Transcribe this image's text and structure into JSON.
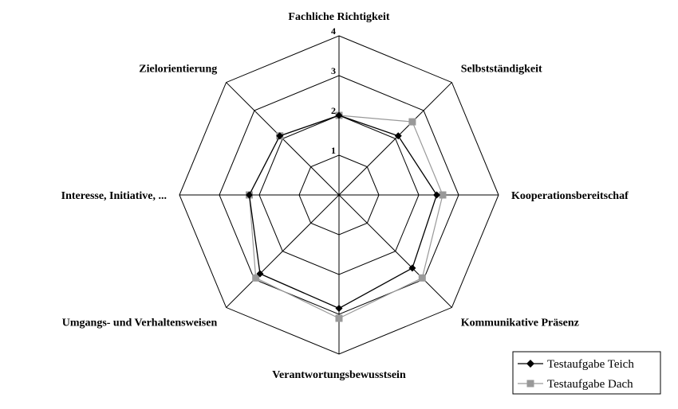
{
  "chart_data": {
    "type": "radar",
    "axes": [
      "Fachliche Richtigkeit",
      "Selbstständigkeit",
      "Kooperationsbereitschaf",
      "Kommunikative Präsenz",
      "Verantwortungsbewusstsein",
      "Umgangs- und Verhaltensweisen",
      "Interesse, Initiative, ...",
      "Zielorientierung"
    ],
    "rlim": [
      0,
      4
    ],
    "ticks": [
      1,
      2,
      3,
      4
    ],
    "tick_labels": [
      "1",
      "2",
      "3",
      "4"
    ],
    "grid": true,
    "legend_position": "bottom-right",
    "series": [
      {
        "name": "Testaufgabe Teich",
        "values": [
          2.0,
          2.1,
          2.45,
          2.6,
          2.85,
          2.8,
          2.25,
          2.1
        ],
        "color": "#000000",
        "marker": "diamond"
      },
      {
        "name": "Testaufgabe Dach",
        "values": [
          2.0,
          2.6,
          2.6,
          2.95,
          3.1,
          2.95,
          2.25,
          2.1
        ],
        "color": "#999999",
        "marker": "square"
      }
    ]
  }
}
